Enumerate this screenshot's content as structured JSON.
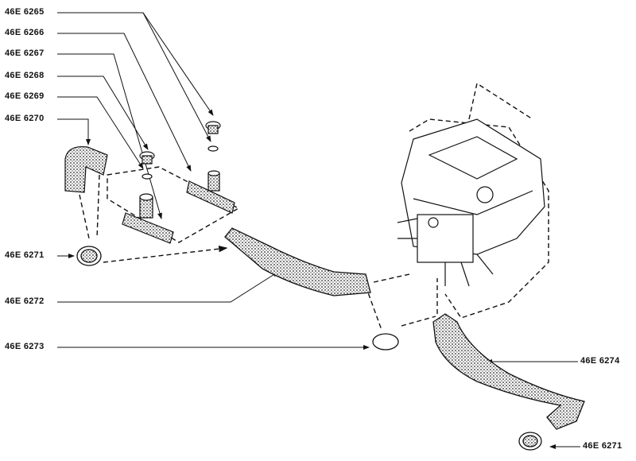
{
  "labels": {
    "p6265": "46E 6265",
    "p6266": "46E 6266",
    "p6267": "46E 6267",
    "p6268": "46E 6268",
    "p6269": "46E 6269",
    "p6270": "46E 6270",
    "p6271a": "46E 6271",
    "p6272": "46E 6272",
    "p6273": "46E 6273",
    "p6274": "46E 6274",
    "p6271b": "46E 6271"
  }
}
